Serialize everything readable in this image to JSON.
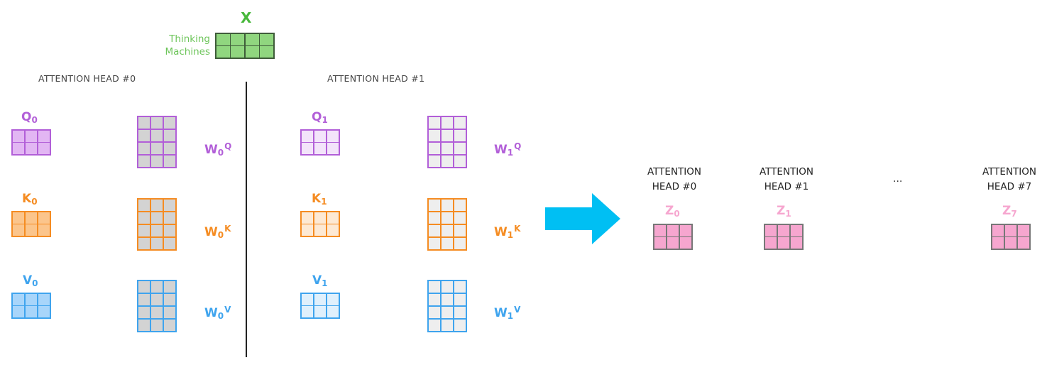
{
  "input": {
    "label": "X",
    "words": [
      "Thinking",
      "Machines"
    ],
    "color": "#49b83c",
    "fill": "#90d67f",
    "border": "#3f5c3a"
  },
  "head0": {
    "title": "ATTENTION HEAD #0",
    "q": {
      "base": "Q",
      "sub": "0"
    },
    "k": {
      "base": "K",
      "sub": "0"
    },
    "v": {
      "base": "V",
      "sub": "0"
    },
    "wq": {
      "base": "W",
      "sub": "0",
      "sup": "Q"
    },
    "wk": {
      "base": "W",
      "sub": "0",
      "sup": "K"
    },
    "wv": {
      "base": "W",
      "sub": "0",
      "sup": "V"
    }
  },
  "head1": {
    "title": "ATTENTION HEAD #1",
    "q": {
      "base": "Q",
      "sub": "1"
    },
    "k": {
      "base": "K",
      "sub": "1"
    },
    "v": {
      "base": "V",
      "sub": "1"
    },
    "wq": {
      "base": "W",
      "sub": "1",
      "sup": "Q"
    },
    "wk": {
      "base": "W",
      "sub": "1",
      "sup": "K"
    },
    "wv": {
      "base": "W",
      "sub": "1",
      "sup": "V"
    }
  },
  "outputs": {
    "heads": [
      {
        "title_line1": "ATTENTION",
        "title_line2": "HEAD #0",
        "z": {
          "base": "Z",
          "sub": "0"
        }
      },
      {
        "title_line1": "ATTENTION",
        "title_line2": "HEAD #1",
        "z": {
          "base": "Z",
          "sub": "1"
        }
      },
      {
        "title_line1": "ATTENTION",
        "title_line2": "HEAD #7",
        "z": {
          "base": "Z",
          "sub": "7"
        }
      }
    ],
    "ellipsis": "..."
  },
  "colors": {
    "query": "#b25fd8",
    "key": "#f58c22",
    "value": "#3fa4ee",
    "z_label": "#f6a6cf",
    "z_fill": "#f6a6cf",
    "arrow": "#00bff3",
    "weight_fill_head0": "#d3d3d3",
    "weight_fill_head1": "#eeeeee"
  }
}
